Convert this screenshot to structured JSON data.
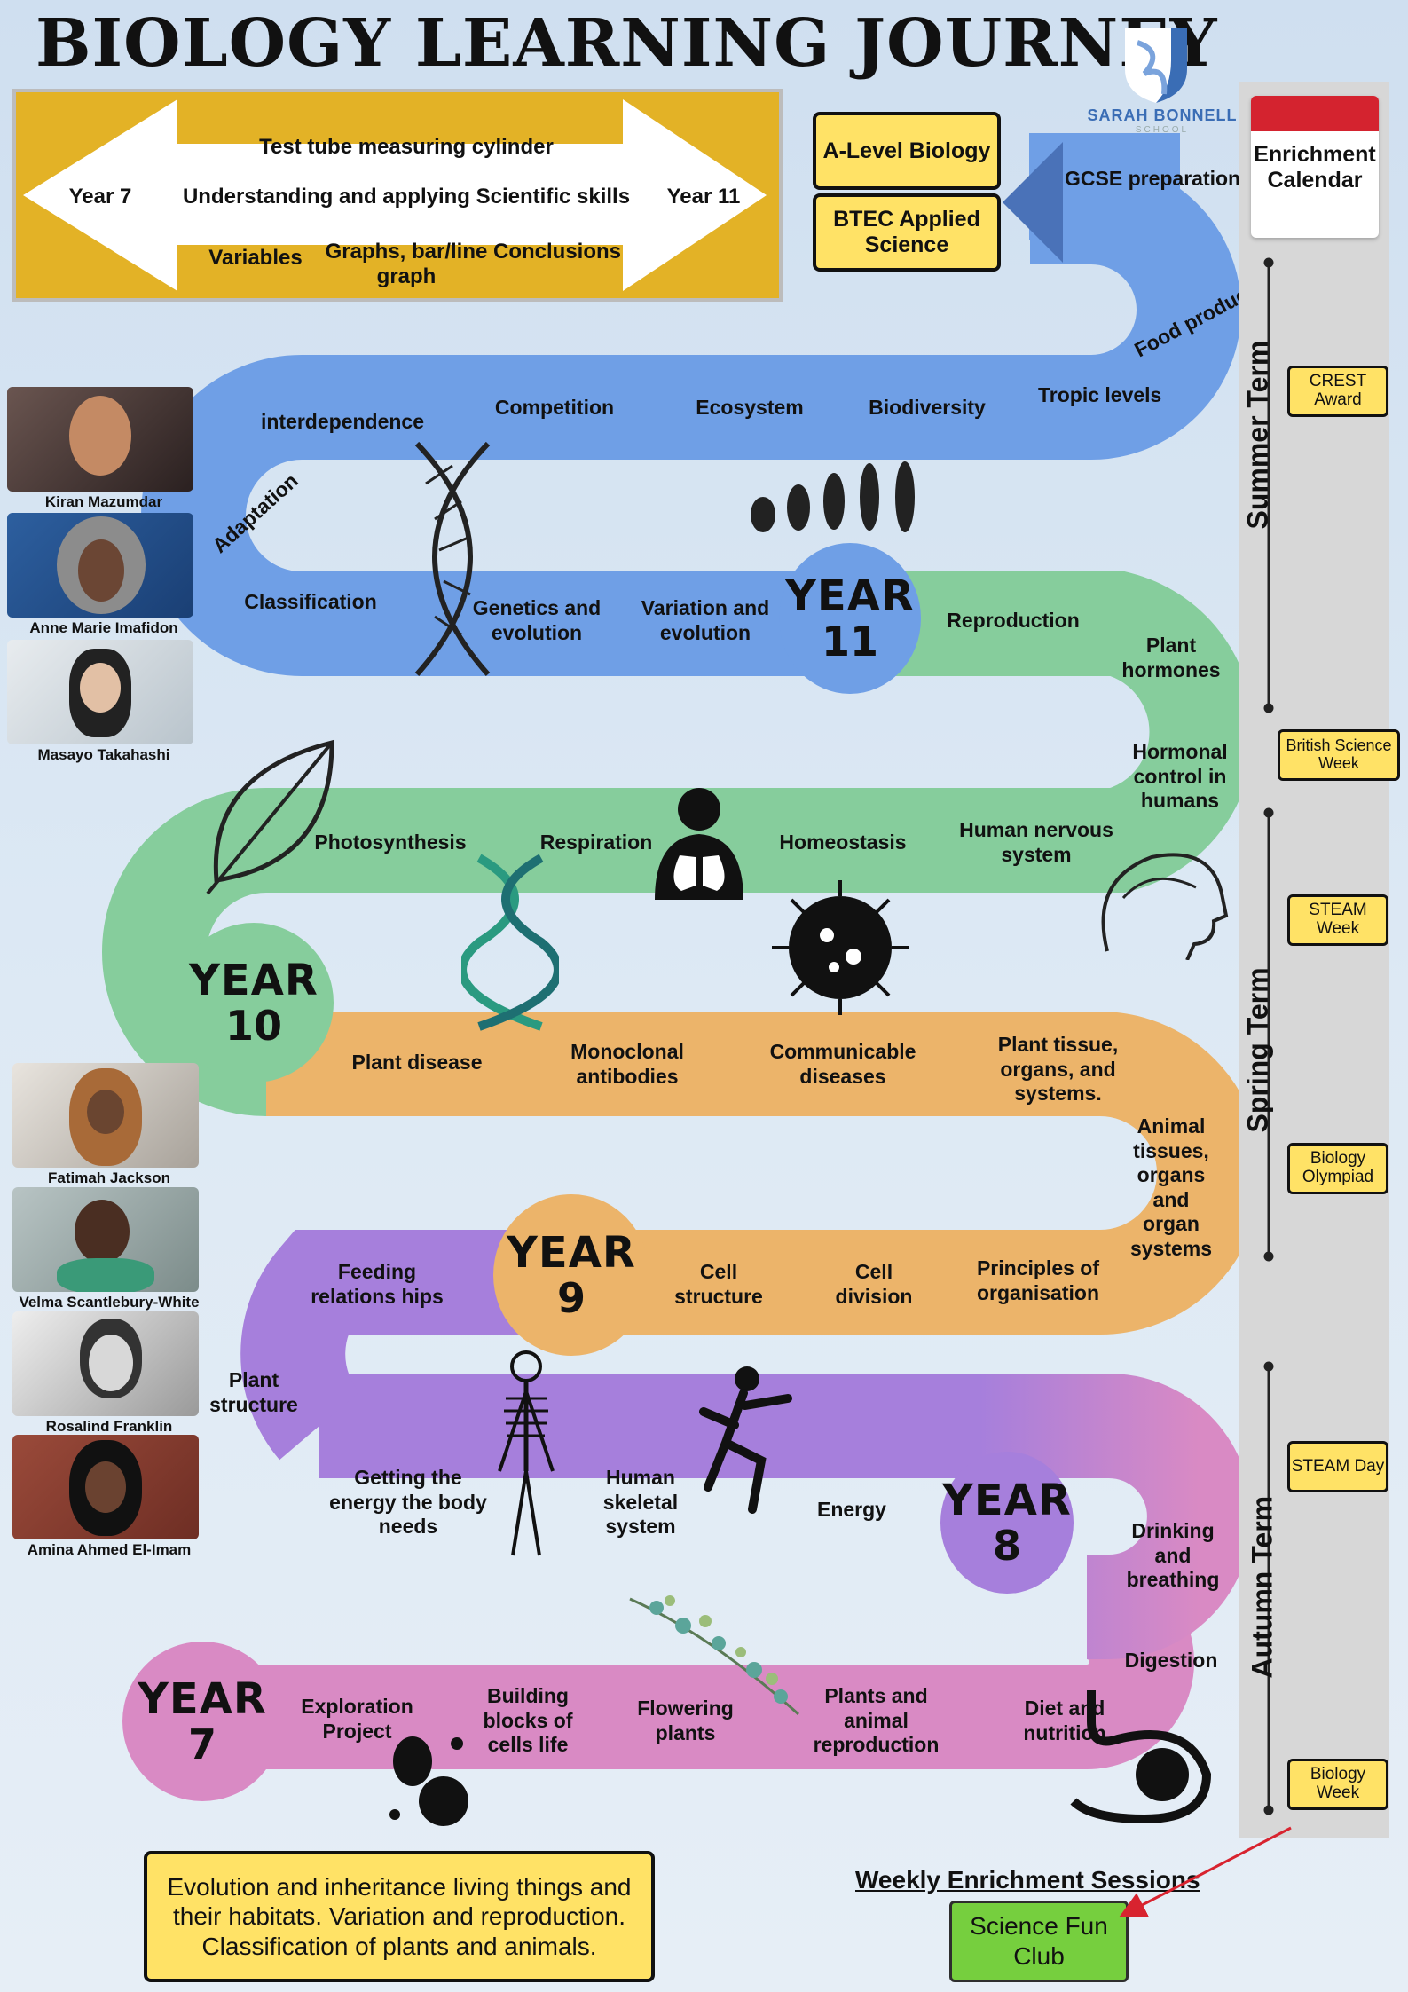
{
  "title": "BIOLOGY LEARNING JOURNEY",
  "school": {
    "name": "SARAH BONNELL",
    "sub": "SCHOOL",
    "color": "#3a6db5"
  },
  "skills": {
    "top": "Test tube measuring cylinder",
    "middle": "Understanding and applying Scientific skills",
    "left": "Year 7",
    "right": "Year 11",
    "bottom1": "Variables",
    "bottom2": "Graphs, bar/line graph",
    "bottom3": "Conclusions"
  },
  "post16": {
    "alevel": "A-Level Biology",
    "btec": "BTEC Applied Science"
  },
  "colors": {
    "year11": "#6f9fe6",
    "year10": "#86cd9c",
    "year9": "#ecb46a",
    "year8": "#a67fdc",
    "year7": "#d98ac4",
    "calendar_red": "#d4232f",
    "card_yellow": "#ffe266",
    "club_green": "#76cf3e"
  },
  "years": {
    "word": "YEAR",
    "y11": "11",
    "y10": "10",
    "y9": "9",
    "y8": "8",
    "y7": "7"
  },
  "topics": {
    "gcse": "GCSE preparation and revision",
    "food": "Food production",
    "tropic": "Tropic levels",
    "biodiversity": "Biodiversity",
    "ecosystem": "Ecosystem",
    "competition": "Competition",
    "interdependence": "interdependence",
    "adaptation": "Adaptation",
    "classification": "Classification",
    "genetics": "Genetics and evolution",
    "variation": "Variation and evolution",
    "reproduction": "Reproduction",
    "plant_hormones": "Plant hormones",
    "hormonal": "Hormonal control in humans",
    "nervous": "Human nervous system",
    "homeostasis": "Homeostasis",
    "respiration": "Respiration",
    "photosynthesis": "Photosynthesis",
    "plant_disease": "Plant disease",
    "monoclonal": "Monoclonal antibodies",
    "communicable": "Communicable diseases",
    "plant_tissue": "Plant tissue, organs, and systems.",
    "animal_tissue": "Animal tissues, organs and organ systems",
    "principles": "Principles of organisation",
    "cell_division": "Cell division",
    "cell_structure": "Cell structure",
    "feeding": "Feeding relations hips",
    "plant_structure": "Plant structure",
    "energy_body": "Getting the energy the body needs",
    "skeletal": "Human skeletal system",
    "energy": "Energy",
    "drinking": "Drinking and breathing",
    "digestion": "Digestion",
    "diet": "Diet and nutrition",
    "plants_animal": "Plants and animal reproduction",
    "flowering": "Flowering plants",
    "building": "Building blocks of cells life",
    "exploration": "Exploration Project"
  },
  "scientists": [
    "Kiran Mazumdar",
    "Anne Marie Imafidon",
    "Masayo Takahashi",
    "Fatimah Jackson",
    "Velma Scantlebury-White",
    "Rosalind Franklin",
    "Amina Ahmed El-Imam"
  ],
  "calendar": {
    "title": "Enrichment Calendar",
    "terms": {
      "summer": "Summer Term",
      "spring": "Spring Term",
      "autumn": "Autumn Term"
    },
    "events": [
      "CREST Award",
      "British Science Week",
      "STEAM Week",
      "Biology Olympiad",
      "STEAM Day",
      "Biology Week"
    ]
  },
  "summary": "Evolution and inheritance living things and their habitats. Variation and reproduction. Classification of plants and animals.",
  "weekly": {
    "heading": "Weekly Enrichment Sessions",
    "club": "Science Fun Club"
  }
}
